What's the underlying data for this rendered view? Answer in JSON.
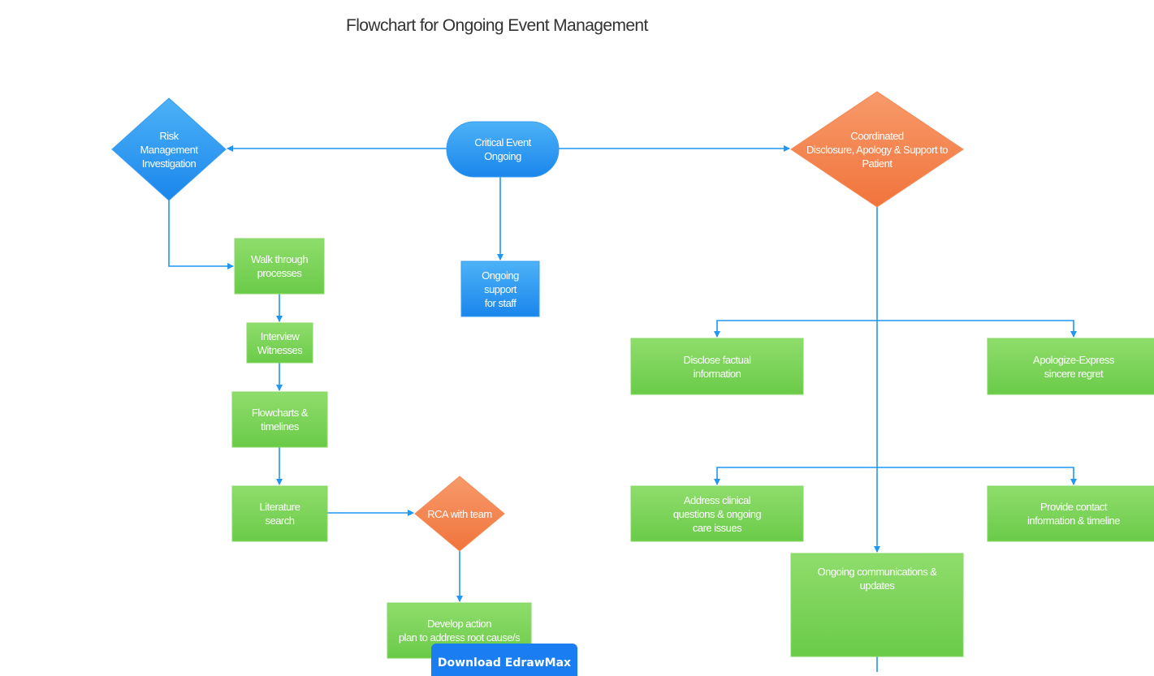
{
  "diagram": {
    "title": "Flowchart for Ongoing Event Management",
    "colors": {
      "blue": "#2196f3",
      "green": "#7dd55a",
      "orange": "#f47f4a",
      "connector": "#2196f3"
    },
    "nodes": [
      {
        "id": "critical_event",
        "shape": "terminator",
        "color": "blue",
        "label": "Critical Event\nOngoing"
      },
      {
        "id": "risk_mgmt",
        "shape": "decision",
        "color": "blue",
        "label": "Risk\nManagement\nInvestigation"
      },
      {
        "id": "coordinated",
        "shape": "decision",
        "color": "orange",
        "label": "Coordinated\nDisclosure, Apology & Support to\nPatient"
      },
      {
        "id": "ongoing_support",
        "shape": "process",
        "color": "blue",
        "label": "Ongoing\nsupport\nfor staff"
      },
      {
        "id": "walk_through",
        "shape": "process",
        "color": "green",
        "label": "Walk through\nprocesses"
      },
      {
        "id": "interview",
        "shape": "process",
        "color": "green",
        "label": "Interview\nWitnesses"
      },
      {
        "id": "flowcharts",
        "shape": "process",
        "color": "green",
        "label": "Flowcharts &\ntimelines"
      },
      {
        "id": "literature",
        "shape": "process",
        "color": "green",
        "label": "Literature\nsearch"
      },
      {
        "id": "rca",
        "shape": "decision",
        "color": "orange",
        "label": "RCA with team"
      },
      {
        "id": "develop_action",
        "shape": "process",
        "color": "green",
        "label": "Develop action\nplan to address root cause/s"
      },
      {
        "id": "disclose",
        "shape": "process",
        "color": "green",
        "label": "Disclose factual\ninformation"
      },
      {
        "id": "apologize",
        "shape": "process",
        "color": "green",
        "label": "Apologize-Express\nsincere regret"
      },
      {
        "id": "address_clinical",
        "shape": "process",
        "color": "green",
        "label": "Address clinical\nquestions & ongoing\ncare issues"
      },
      {
        "id": "provide_contact",
        "shape": "process",
        "color": "green",
        "label": "Provide contact\ninformation & timeline"
      },
      {
        "id": "ongoing_comms",
        "shape": "process",
        "color": "green",
        "label": "Ongoing communications &\nupdates"
      }
    ],
    "edges": [
      {
        "from": "critical_event",
        "to": "risk_mgmt"
      },
      {
        "from": "critical_event",
        "to": "coordinated"
      },
      {
        "from": "critical_event",
        "to": "ongoing_support"
      },
      {
        "from": "risk_mgmt",
        "to": "walk_through"
      },
      {
        "from": "walk_through",
        "to": "interview"
      },
      {
        "from": "interview",
        "to": "flowcharts"
      },
      {
        "from": "flowcharts",
        "to": "literature"
      },
      {
        "from": "literature",
        "to": "rca"
      },
      {
        "from": "rca",
        "to": "develop_action"
      },
      {
        "from": "coordinated",
        "to": "disclose"
      },
      {
        "from": "coordinated",
        "to": "apologize"
      },
      {
        "from": "coordinated",
        "to": "address_clinical"
      },
      {
        "from": "coordinated",
        "to": "provide_contact"
      },
      {
        "from": "coordinated",
        "to": "ongoing_comms"
      }
    ]
  },
  "download_button": {
    "label": "Download EdrawMax"
  }
}
